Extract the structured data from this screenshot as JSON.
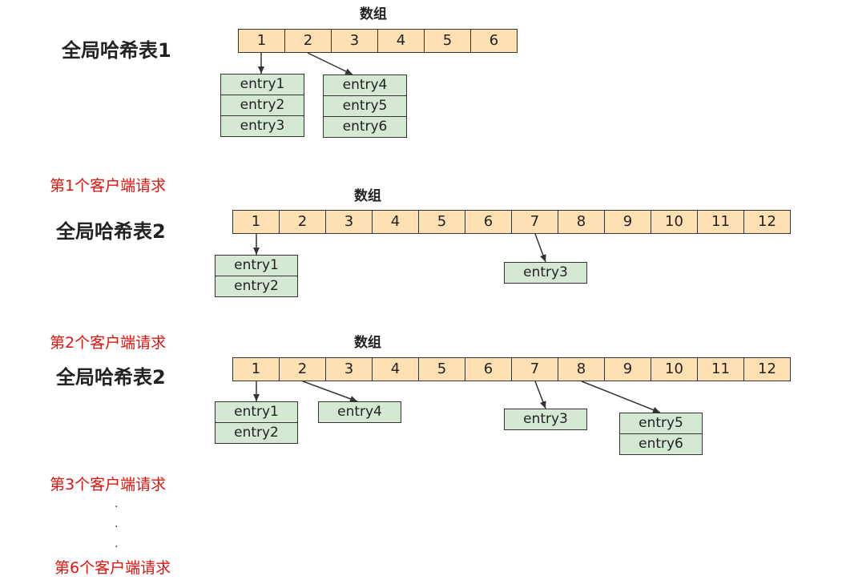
{
  "colors": {
    "cell_fill": "#FFE0B3",
    "entry_fill": "#D5E8D4",
    "border": "#333333",
    "request_text": "#E3120B"
  },
  "sections": [
    {
      "array_label": "数组",
      "table_label": "全局哈希表1",
      "cells": [
        "1",
        "2",
        "3",
        "4",
        "5",
        "6"
      ],
      "buckets": [
        {
          "from_cell": 1,
          "entries": [
            "entry1",
            "entry2",
            "entry3"
          ]
        },
        {
          "from_cell": 2,
          "entries": [
            "entry4",
            "entry5",
            "entry6"
          ]
        }
      ]
    },
    {
      "array_label": "数组",
      "table_label": "全局哈希表2",
      "cells": [
        "1",
        "2",
        "3",
        "4",
        "5",
        "6",
        "7",
        "8",
        "9",
        "10",
        "11",
        "12"
      ],
      "buckets": [
        {
          "from_cell": 1,
          "entries": [
            "entry1",
            "entry2"
          ]
        },
        {
          "from_cell": 7,
          "entries": [
            "entry3"
          ]
        }
      ]
    },
    {
      "array_label": "数组",
      "table_label": "全局哈希表2",
      "cells": [
        "1",
        "2",
        "3",
        "4",
        "5",
        "6",
        "7",
        "8",
        "9",
        "10",
        "11",
        "12"
      ],
      "buckets": [
        {
          "from_cell": 1,
          "entries": [
            "entry1",
            "entry2"
          ]
        },
        {
          "from_cell": 2,
          "entries": [
            "entry4"
          ]
        },
        {
          "from_cell": 7,
          "entries": [
            "entry3"
          ]
        },
        {
          "from_cell": 8,
          "entries": [
            "entry5",
            "entry6"
          ]
        }
      ]
    }
  ],
  "requests": [
    "第1个客户端请求",
    "第2个客户端请求",
    "第3个客户端请求",
    "第6个客户端请求"
  ],
  "continuation_dots": [
    ".",
    ".",
    "."
  ]
}
